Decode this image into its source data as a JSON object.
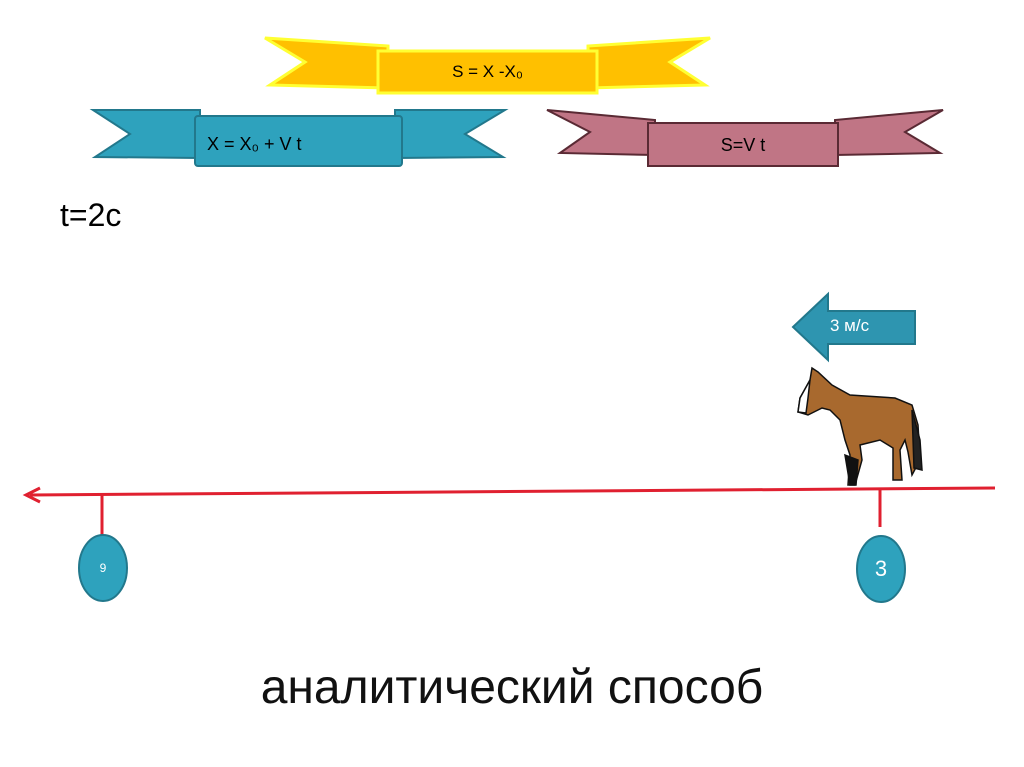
{
  "formulas": {
    "displacement": "S = X -X₀",
    "position": "X = X₀ + V t",
    "distance": "S=V t"
  },
  "time_label": "t=2c",
  "velocity_label": "3 м/с",
  "markers": {
    "start": "3",
    "end": "9"
  },
  "title": "аналитический способ",
  "colors": {
    "yellow": "#ffc000",
    "blue": "#2ea2bd",
    "pink": "#c07585",
    "axis": "#e02030"
  }
}
